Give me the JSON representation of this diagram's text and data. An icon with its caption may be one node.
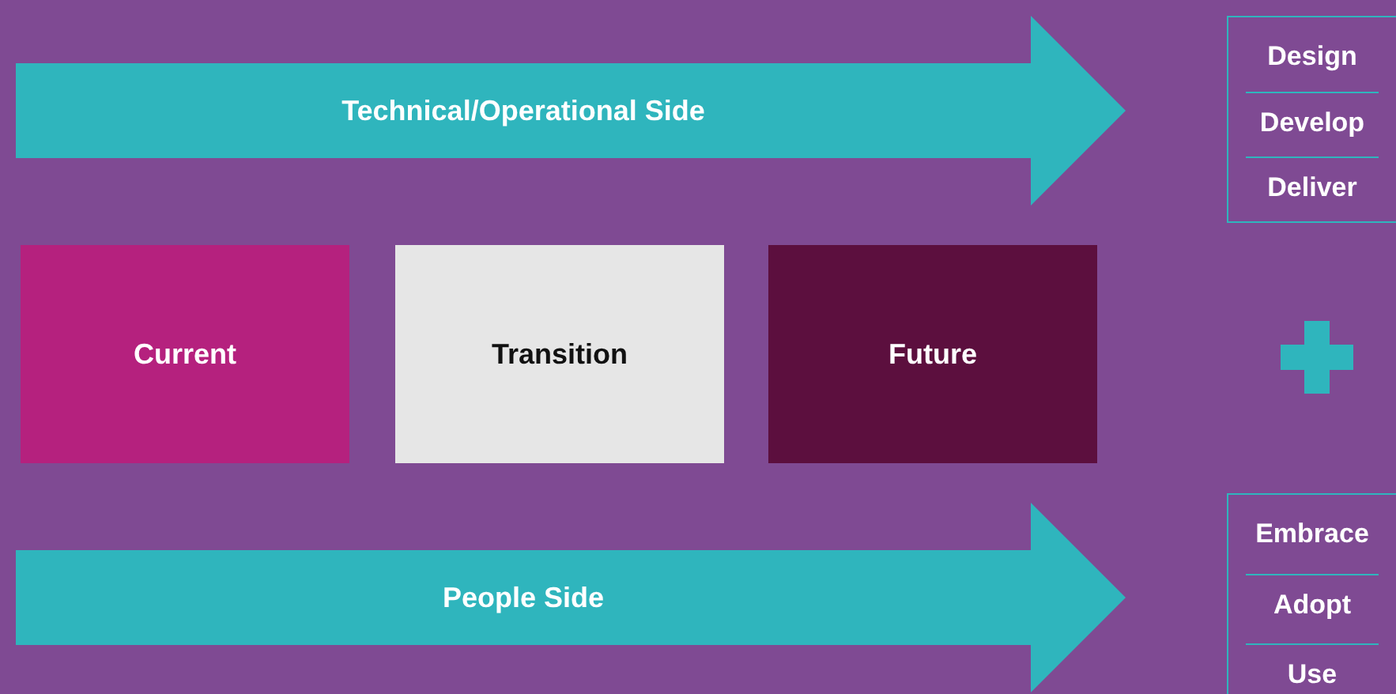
{
  "diagram": {
    "nodes": [
      {
        "text": [
          "Technical/Operational Side"
        ]
      },
      {
        "text": [
          "Design",
          "Develop",
          "Deliver"
        ]
      },
      {
        "text": [
          "Current"
        ]
      },
      {
        "text": [
          "Transition"
        ]
      },
      {
        "text": [
          "Future"
        ]
      },
      {
        "text": [
          "People Side"
        ]
      },
      {
        "text": [
          "Embrace",
          "Adopt",
          "Use"
        ]
      }
    ]
  }
}
